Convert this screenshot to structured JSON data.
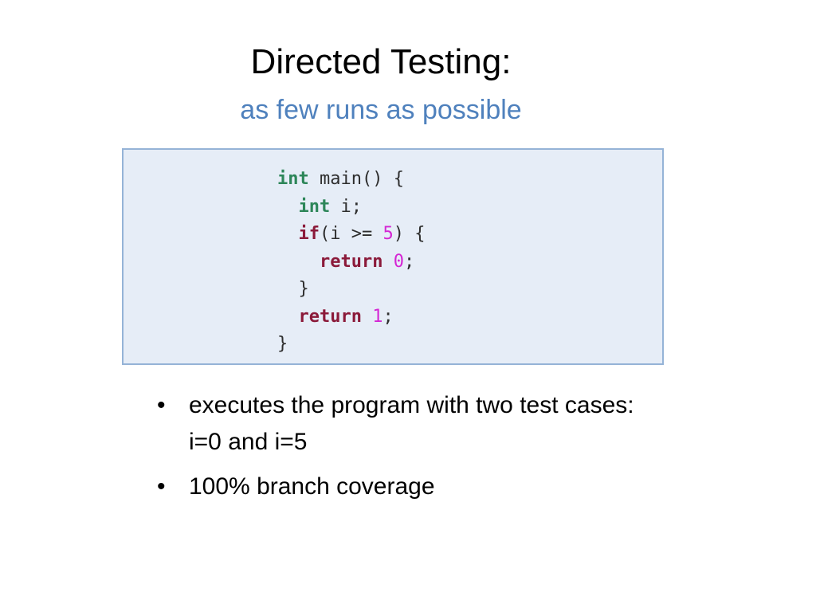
{
  "slide": {
    "title": "Directed Testing:",
    "subtitle": "as few runs as possible"
  },
  "code": {
    "lines": [
      [
        {
          "t": "int",
          "k": "type"
        },
        {
          "t": " main() {",
          "k": "plain"
        }
      ],
      [
        {
          "t": "  ",
          "k": "plain"
        },
        {
          "t": "int",
          "k": "type"
        },
        {
          "t": " i;",
          "k": "plain"
        }
      ],
      [
        {
          "t": "  ",
          "k": "plain"
        },
        {
          "t": "if",
          "k": "ctrl"
        },
        {
          "t": "(i >= ",
          "k": "plain"
        },
        {
          "t": "5",
          "k": "num"
        },
        {
          "t": ") {",
          "k": "plain"
        }
      ],
      [
        {
          "t": "    ",
          "k": "plain"
        },
        {
          "t": "return",
          "k": "ctrl"
        },
        {
          "t": " ",
          "k": "plain"
        },
        {
          "t": "0",
          "k": "num"
        },
        {
          "t": ";",
          "k": "plain"
        }
      ],
      [
        {
          "t": "  }",
          "k": "plain"
        }
      ],
      [
        {
          "t": "  ",
          "k": "plain"
        },
        {
          "t": "return",
          "k": "ctrl"
        },
        {
          "t": " ",
          "k": "plain"
        },
        {
          "t": "1",
          "k": "num"
        },
        {
          "t": ";",
          "k": "plain"
        }
      ],
      [
        {
          "t": "}",
          "k": "plain"
        }
      ]
    ]
  },
  "bullets": {
    "marker": "•",
    "items": [
      "executes the program with two test cases:  i=0 and i=5",
      "100% branch coverage"
    ]
  },
  "colors": {
    "subtitle": "#4f81bd",
    "code_background": "#e6edf7",
    "code_border": "#95b3d7",
    "keyword_type": "#2d8659",
    "keyword_control": "#8b1a3a",
    "number_literal": "#d426d4"
  }
}
